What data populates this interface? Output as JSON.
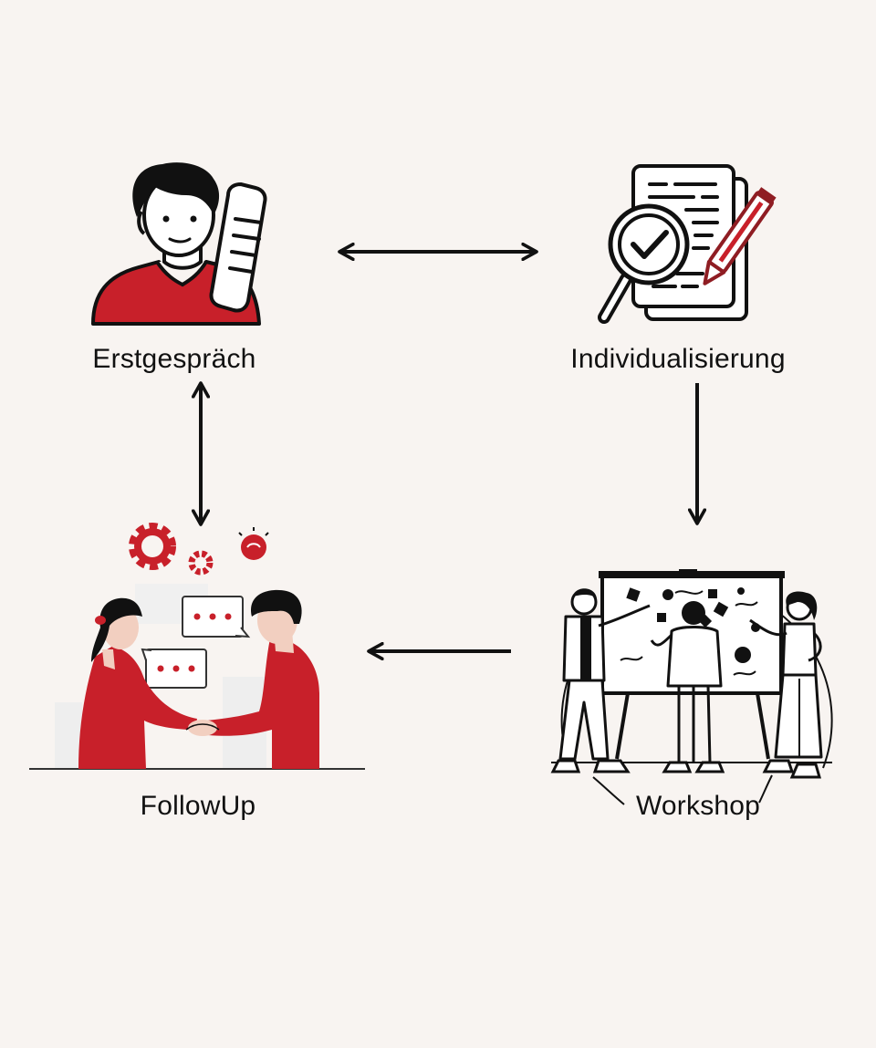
{
  "diagram": {
    "steps": [
      {
        "id": "erstgespraech",
        "label": "Erstgespräch",
        "icon": "person-with-phone-icon"
      },
      {
        "id": "individualisierung",
        "label": "Individualisierung",
        "icon": "document-magnifier-pencil-icon"
      },
      {
        "id": "workshop",
        "label": "Workshop",
        "icon": "workshop-whiteboard-people-icon"
      },
      {
        "id": "followup",
        "label": "FollowUp",
        "icon": "handshake-people-icon"
      }
    ],
    "connections": [
      {
        "from": "erstgespraech",
        "to": "individualisierung",
        "direction": "both"
      },
      {
        "from": "individualisierung",
        "to": "workshop",
        "direction": "forward"
      },
      {
        "from": "workshop",
        "to": "followup",
        "direction": "forward"
      },
      {
        "from": "followup",
        "to": "erstgespraech",
        "direction": "both"
      }
    ]
  },
  "colors": {
    "background": "#f8f4f1",
    "accent": "#c8202a",
    "ink": "#111111"
  }
}
